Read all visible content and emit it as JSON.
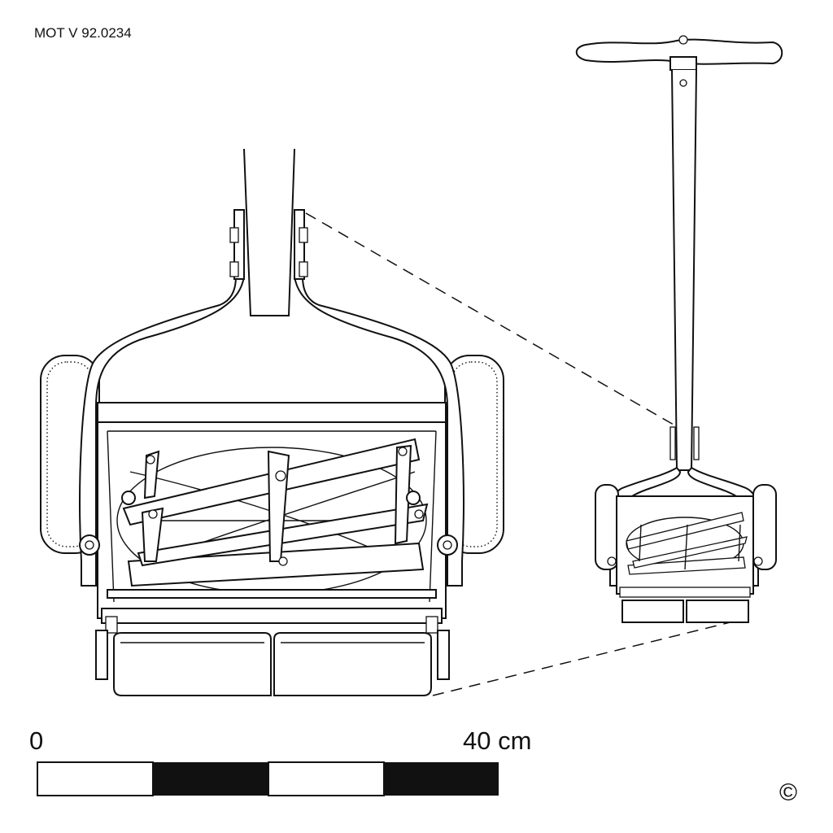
{
  "reference": "MOT V 92.0234",
  "scale_bar": {
    "start_label": "0",
    "end_label": "40 cm",
    "segments": [
      "white",
      "black",
      "white",
      "black"
    ]
  },
  "copyright": "©",
  "colors": {
    "line": "#111111",
    "background": "#ffffff"
  }
}
